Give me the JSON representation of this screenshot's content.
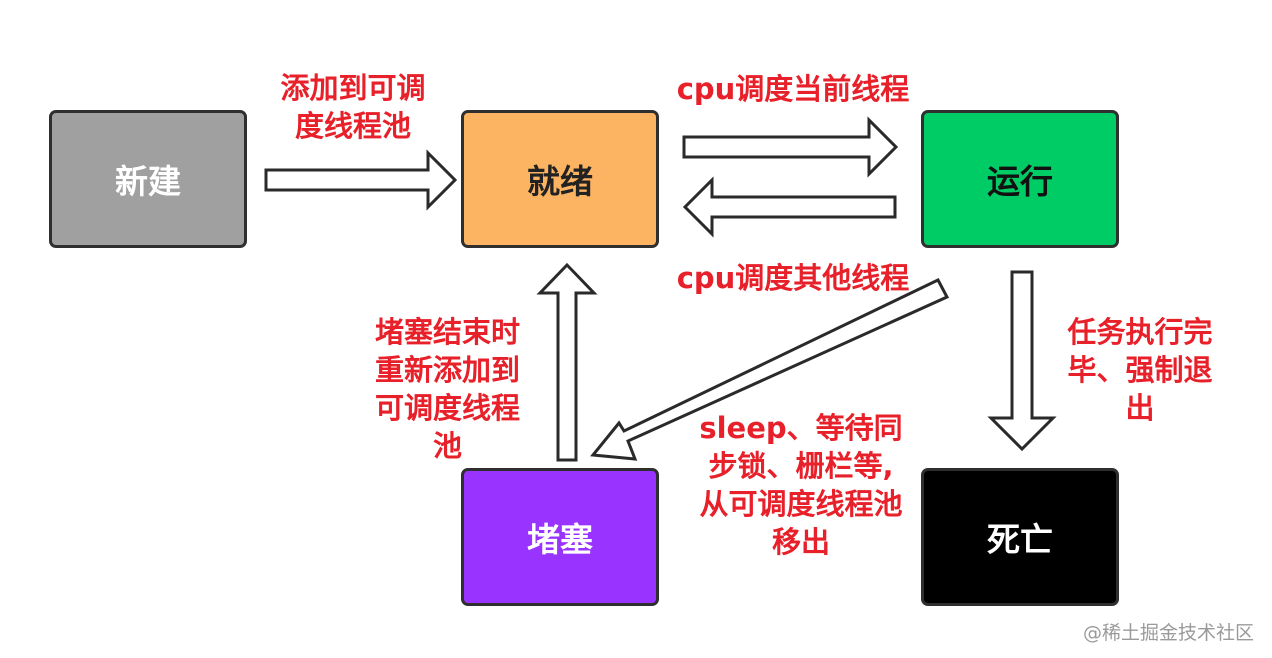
{
  "states": {
    "new": "新建",
    "ready": "就绪",
    "running": "运行",
    "blocked": "堵塞",
    "dead": "死亡"
  },
  "colors": {
    "new": "#a0a0a0",
    "ready": "#fdb462",
    "running": "#00cc66",
    "blocked": "#9933ff",
    "dead": "#000000",
    "label": "#e8202a"
  },
  "transitions": {
    "new_to_ready": [
      "添加到可调",
      "度线程池"
    ],
    "ready_to_running": "cpu调度当前线程",
    "running_to_ready": "cpu调度其他线程",
    "blocked_to_ready": [
      "堵塞结束时",
      "重新添加到",
      "可调度线程",
      "池"
    ],
    "running_to_blocked": [
      "sleep、等待同",
      "步锁、栅栏等,",
      "从可调度线程池",
      "移出"
    ],
    "running_to_dead": [
      "任务执行完",
      "毕、强制退",
      "出"
    ]
  },
  "watermark": "@稀土掘金技术社区"
}
